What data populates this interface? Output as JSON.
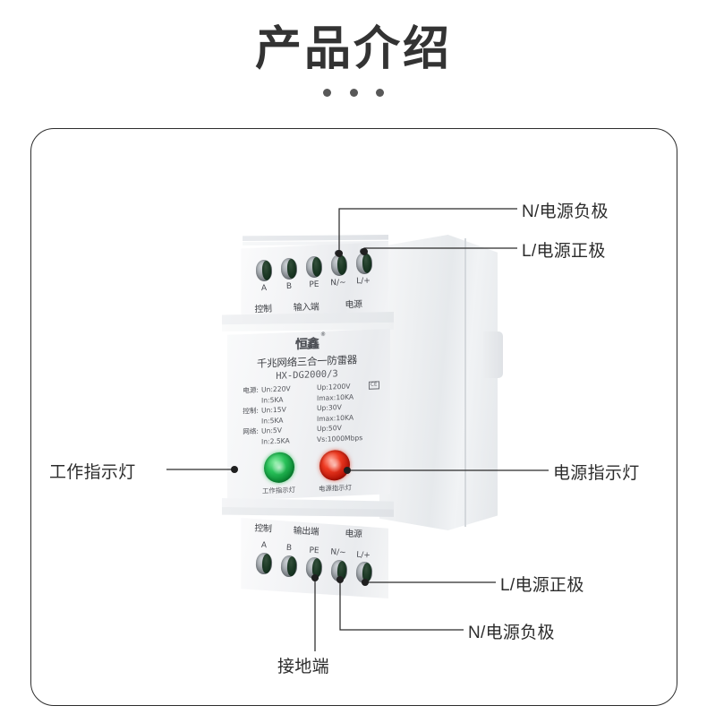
{
  "page": {
    "title": "产品介绍",
    "background_color": "#ffffff",
    "frame_border_color": "#2d2d2d",
    "dot_color": "#585858",
    "dots": 3
  },
  "device": {
    "brand_logo": "恒鑫",
    "registered_mark": "®",
    "product_name": "千兆网络三合一防雷器",
    "model": "HX-DG2000/3",
    "certification_mark": "CE",
    "specs": [
      {
        "group": "电源:",
        "left": "Un:220V",
        "right": "Up:1200V"
      },
      {
        "group": "",
        "left": "In:5KA",
        "right": "Imax:10KA"
      },
      {
        "group": "控制:",
        "left": "Un:15V",
        "right": "Up:30V"
      },
      {
        "group": "",
        "left": "In:5KA",
        "right": "Imax:10KA"
      },
      {
        "group": "网络:",
        "left": "Un:5V",
        "right": "Up:50V"
      },
      {
        "group": "",
        "left": "In:2.5KA",
        "right": "Vs:1000Mbps"
      }
    ],
    "indicators": [
      {
        "label": "工作指示灯",
        "color": "#23be50",
        "state": "green"
      },
      {
        "label": "电源指示灯",
        "color": "#e6371e",
        "state": "red"
      }
    ],
    "top_block": {
      "group_labels": [
        "控制",
        "输入端",
        "电源"
      ],
      "terminals": [
        "A",
        "B",
        "PE",
        "N/~",
        "L/+"
      ]
    },
    "bottom_block": {
      "group_labels": [
        "控制",
        "输出端",
        "电源"
      ],
      "terminals": [
        "A",
        "B",
        "PE",
        "N/~",
        "L/+"
      ]
    }
  },
  "callouts": [
    {
      "id": "top-n",
      "text": "N/电源负极",
      "side": "right"
    },
    {
      "id": "top-l",
      "text": "L/电源正极",
      "side": "right"
    },
    {
      "id": "work-led",
      "text": "工作指示灯",
      "side": "left"
    },
    {
      "id": "power-led",
      "text": "电源指示灯",
      "side": "right"
    },
    {
      "id": "bot-l",
      "text": "L/电源正极",
      "side": "right"
    },
    {
      "id": "bot-n",
      "text": "N/电源负极",
      "side": "right"
    },
    {
      "id": "ground",
      "text": "接地端",
      "side": "bottom"
    }
  ]
}
